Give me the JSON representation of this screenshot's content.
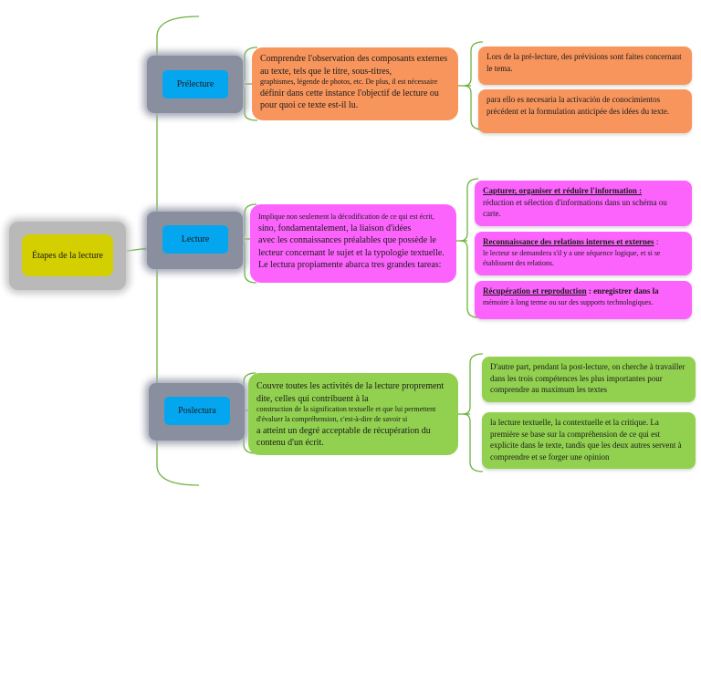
{
  "colors": {
    "root": "#d4cf00",
    "stage": "#04a6f0",
    "prelecture": "#f8955c",
    "lecture": "#fc63fc",
    "postlecture": "#92d150",
    "connector": "#6db33f"
  },
  "root": {
    "label": "Étapes de la lecture"
  },
  "stages": {
    "prelecture": {
      "label": "Prélecture",
      "description": {
        "line1": "Comprendre l'observation des composants externes au texte, tels que le titre, sous-titres,",
        "line2": "graphismes, légende de photos, etc. De plus, il est nécessaire",
        "line3": "définir dans cette instance l'objectif de lecture ou pour quoi ce texte est-il lu."
      },
      "details": [
        {
          "text": "Lors de la pré-lecture, des prévisions sont faites concernant le tema."
        },
        {
          "text": "para ello es necesaria la activación de conocimientos précédent et la formulation anticipée des idées du texte."
        }
      ]
    },
    "lecture": {
      "label": "Lecture",
      "description": {
        "line1": "Implique non seulement la décodification de ce qui est écrit,",
        "line2": "sino, fondamentalement, la liaison d'idées",
        "line3": "avec les connaissances préalables que possède le lecteur concernant le sujet et la typologie textuelle. Le lectura propiamente abarca tres grandes tareas:"
      },
      "details": [
        {
          "title": "Capturer, organiser et réduire l'information :",
          "text": "réduction et sélection d'informations dans un schéma ou carte."
        },
        {
          "title": "Reconnaissance des relations internes et externes",
          "title_suffix": " :",
          "text": "le lecteur se demandera s'il y a une séquence logique, et si se établissent des relations."
        },
        {
          "title": "Récupération et reproduction",
          "title_suffix": " : enregistrer dans la",
          "text": "mémoire à long terme ou sur des supports technologiques."
        }
      ]
    },
    "postlecture": {
      "label": "Poslectura",
      "description": {
        "line1": "Couvre toutes les activités de la lecture proprement dite, celles qui contribuent à la",
        "line2": "construction de la signification textuelle et que lui permettent d'évaluer la compréhension, c'est-à-dire de savoir si",
        "line3": "a atteint un degré acceptable de récupération du contenu d'un écrit."
      },
      "details": [
        {
          "text": "D'autre part, pendant la post-lecture, on cherche à travailler dans les trois compétences les plus importantes pour comprendre au maximum les textes"
        },
        {
          "text": "la lecture textuelle, la contextuelle et la critique. La première se base sur la compréhension de ce qui est explicite dans le texte, tandis que les deux autres servent à comprendre et se forger une opinion"
        }
      ]
    }
  }
}
